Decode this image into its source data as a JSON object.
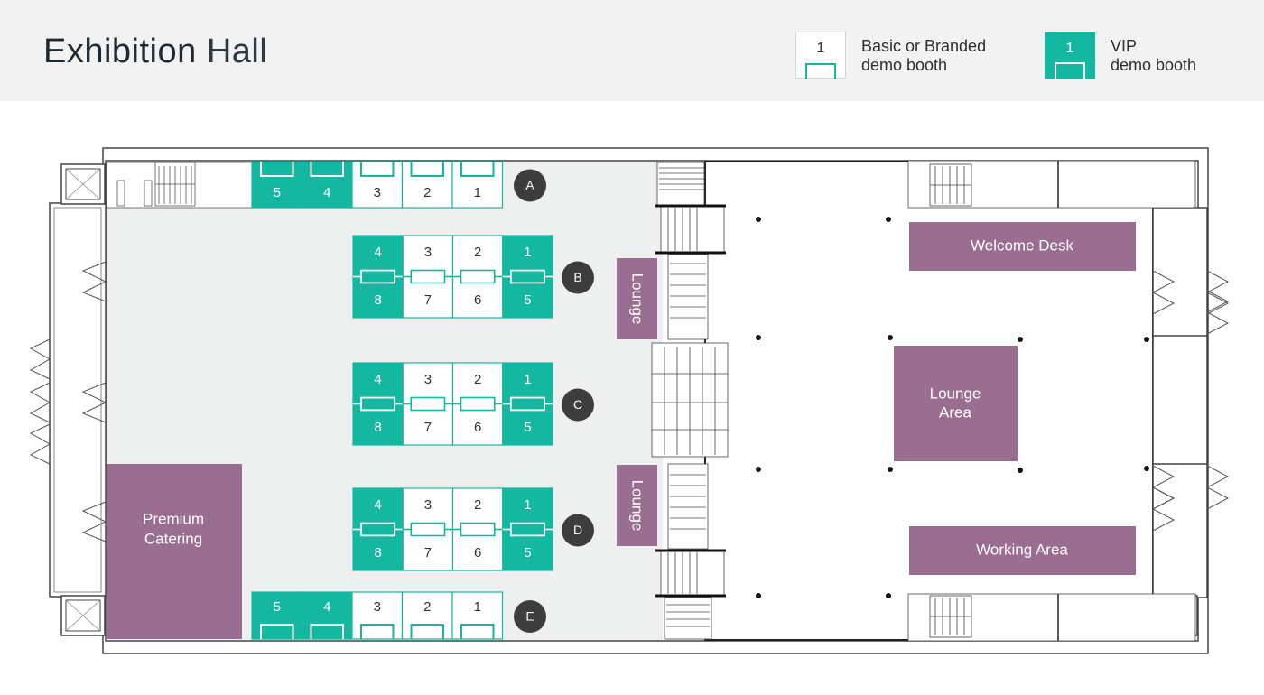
{
  "header": {
    "title_bold": "Exhibition",
    "title_light": "Hall"
  },
  "legend": {
    "basic": {
      "number": "1",
      "line1": "Basic or Branded",
      "line2": "demo booth"
    },
    "vip": {
      "number": "1",
      "line1": "VIP",
      "line2": "demo booth"
    }
  },
  "colors": {
    "teal": "#14b8a0",
    "purple": "#9a6e90",
    "badge": "#3d3d3d",
    "hall_floor": "#eef0ef"
  },
  "rows": {
    "A": {
      "badge": "A",
      "booths": [
        {
          "n": "5",
          "vip": true
        },
        {
          "n": "4",
          "vip": true
        },
        {
          "n": "3",
          "vip": false
        },
        {
          "n": "2",
          "vip": false
        },
        {
          "n": "1",
          "vip": false
        }
      ]
    },
    "B": {
      "badge": "B",
      "top": [
        {
          "n": "4",
          "vip": true
        },
        {
          "n": "3",
          "vip": false
        },
        {
          "n": "2",
          "vip": false
        },
        {
          "n": "1",
          "vip": true
        }
      ],
      "bottom": [
        {
          "n": "8",
          "vip": true
        },
        {
          "n": "7",
          "vip": false
        },
        {
          "n": "6",
          "vip": false
        },
        {
          "n": "5",
          "vip": true
        }
      ]
    },
    "C": {
      "badge": "C",
      "top": [
        {
          "n": "4",
          "vip": true
        },
        {
          "n": "3",
          "vip": false
        },
        {
          "n": "2",
          "vip": false
        },
        {
          "n": "1",
          "vip": true
        }
      ],
      "bottom": [
        {
          "n": "8",
          "vip": true
        },
        {
          "n": "7",
          "vip": false
        },
        {
          "n": "6",
          "vip": false
        },
        {
          "n": "5",
          "vip": true
        }
      ]
    },
    "D": {
      "badge": "D",
      "top": [
        {
          "n": "4",
          "vip": true
        },
        {
          "n": "3",
          "vip": false
        },
        {
          "n": "2",
          "vip": false
        },
        {
          "n": "1",
          "vip": true
        }
      ],
      "bottom": [
        {
          "n": "8",
          "vip": true
        },
        {
          "n": "7",
          "vip": false
        },
        {
          "n": "6",
          "vip": false
        },
        {
          "n": "5",
          "vip": true
        }
      ]
    },
    "E": {
      "badge": "E",
      "booths": [
        {
          "n": "5",
          "vip": true
        },
        {
          "n": "4",
          "vip": true
        },
        {
          "n": "3",
          "vip": false
        },
        {
          "n": "2",
          "vip": false
        },
        {
          "n": "1",
          "vip": false
        }
      ]
    }
  },
  "areas": {
    "lounge_top": "Lounge",
    "lounge_bottom": "Lounge",
    "premium_catering": [
      "Premium",
      "Catering"
    ],
    "welcome_desk": "Welcome Desk",
    "lounge_area": [
      "Lounge",
      "Area"
    ],
    "working_area": "Working Area"
  }
}
